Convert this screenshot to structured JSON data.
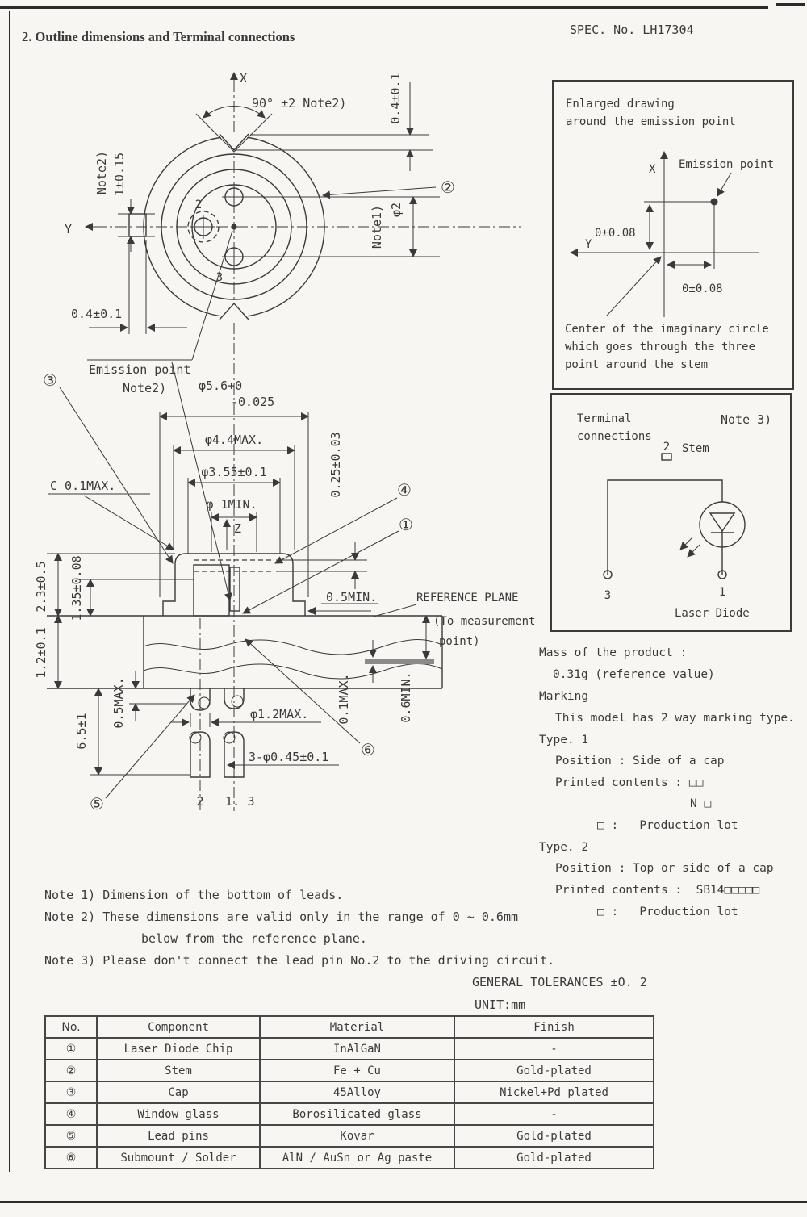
{
  "colors": {
    "paper": "#f7f6f2",
    "ink": "#3a3a3a"
  },
  "page": {
    "spec_no": "SPEC. No. LH17304",
    "heading": "2. Outline dimensions and Terminal connections"
  },
  "top_view": {
    "axis_x": "X",
    "axis_y": "Y",
    "angle_dim": "90°  ±2  Note2)",
    "notch_depth_dim": "0.4±0.1",
    "tab_note": "Note2)",
    "tab_height_dim": "1±0.15",
    "tab_width_dim": "0.4±0.1",
    "pin_circle_note": "Note1)",
    "pin_circle_dim": "φ2",
    "callout_stem": "②",
    "pin2_label": "2",
    "pin3_label": "3"
  },
  "side_view": {
    "emission_point_label": "Emission point",
    "cap_note": "Note2)",
    "cap_dia": "φ5.6+0",
    "cap_dia_tol": "-0.025",
    "dia_44": "φ4.4MAX.",
    "dia_355": "φ3.55±0.1",
    "dia_1min": "φ 1MIN.",
    "axis_z": "Z",
    "chamfer_dim": "C  0.1MAX.",
    "window_thickness": "0.25±0.03",
    "cap_height": "2.3±0.5",
    "emission_height": "1.35±0.08",
    "stem_thickness": "1.2±0.1",
    "lead_length": "6.5±1",
    "standoff": "0.5MAX.",
    "clearance": "0.5MIN.",
    "ref_plane_1": "REFERENCE PLANE",
    "ref_plane_2": "(To measurement",
    "ref_plane_3": "point)",
    "burr": "0.1MAX.",
    "lead_meas": "0.6MIN.",
    "lead_dia": "φ1.2MAX.",
    "lead_tip_dia": "3-φ0.45±0.1",
    "callout_1": "①",
    "callout_3": "③",
    "callout_4": "④",
    "callout_5": "⑤",
    "callout_6": "⑥",
    "pin2_label": "2",
    "pin1_label": "1.",
    "pin3_label": "3"
  },
  "enlarged": {
    "title_1": "Enlarged drawing",
    "title_2": "around the emission point",
    "axis_x": "X",
    "axis_y": "Y",
    "emission_point": "Emission point",
    "dim_vertical": "0±0.08",
    "dim_horizontal": "0±0.08",
    "caption_1": "Center of the imaginary circle",
    "caption_2": "which goes through the three",
    "caption_3": "point around the stem"
  },
  "terminal": {
    "title_1": "Terminal",
    "title_2": "connections",
    "note": "Note 3)",
    "pin2_label": "2",
    "stem_label": "Stem",
    "pin3_label": "3",
    "pin1_label": "1",
    "device_label": "Laser Diode"
  },
  "info": {
    "lines": [
      "Mass of the product :",
      "0.31g (reference value)",
      "Marking",
      "This model has 2 way marking type.",
      "Type. 1",
      "Position : Side of a cap",
      "Printed contents : □□",
      "N □",
      "□ :   Production lot",
      "Type. 2",
      "Position : Top or side of a cap",
      "Printed contents :  SB14□□□□□",
      "□ :   Production lot"
    ]
  },
  "notes": {
    "lines": [
      "Note 1) Dimension of the bottom of leads.",
      "Note 2) These dimensions are valid only in the range of 0 ~ 0.6mm",
      "below from the reference plane.",
      "Note 3) Please don't connect the lead pin No.2 to the driving circuit."
    ]
  },
  "tolerance": {
    "general": "GENERAL TOLERANCES ±O. 2",
    "unit": "UNIT:mm"
  },
  "table": {
    "headers": [
      "No.",
      "Component",
      "Material",
      "Finish"
    ],
    "rows": [
      [
        "①",
        "Laser Diode Chip",
        "InAlGaN",
        "-"
      ],
      [
        "②",
        "Stem",
        "Fe + Cu",
        "Gold-plated"
      ],
      [
        "③",
        "Cap",
        "45Alloy",
        "Nickel+Pd plated"
      ],
      [
        "④",
        "Window glass",
        "Borosilicated glass",
        "-"
      ],
      [
        "⑤",
        "Lead pins",
        "Kovar",
        "Gold-plated"
      ],
      [
        "⑥",
        "Submount / Solder",
        "AlN / AuSn or Ag paste",
        "Gold-plated"
      ]
    ]
  }
}
